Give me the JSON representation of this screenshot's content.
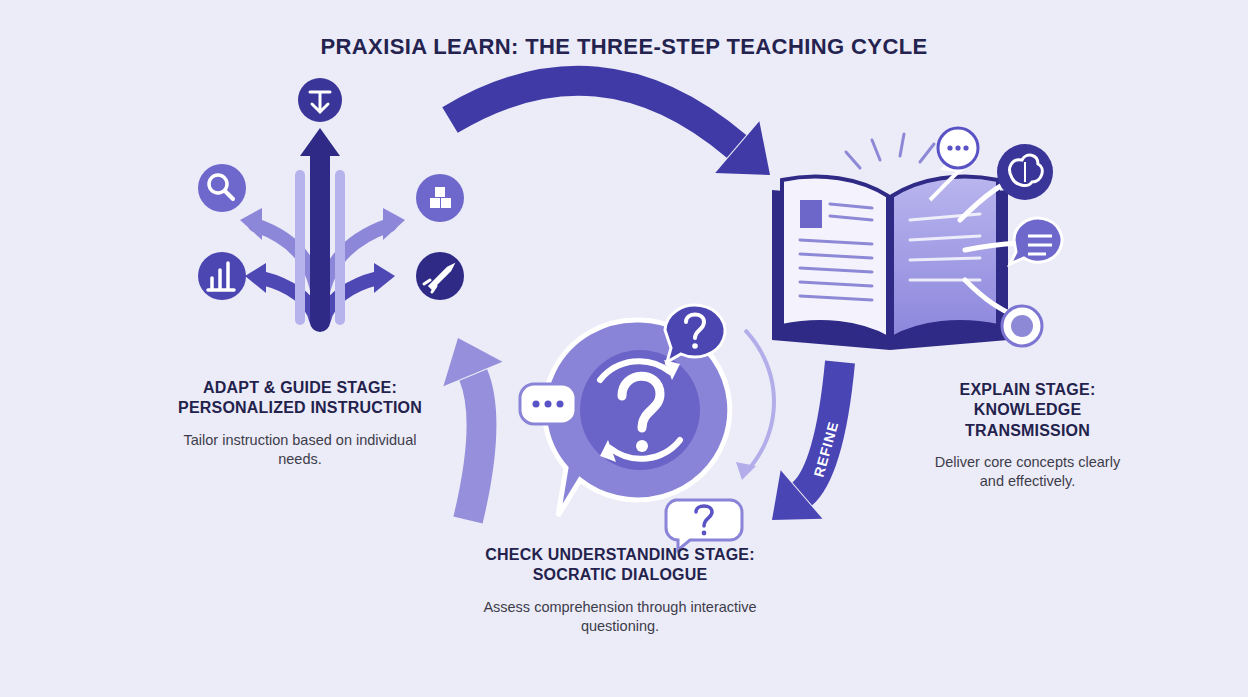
{
  "diagram": {
    "title": "PRAXISIA LEARN: THE THREE-STEP TEACHING CYCLE",
    "nodes": [
      {
        "text": [
          "ADAPT & GUIDE STAGE: PERSONALIZED INSTRUCTION",
          "Tailor instruction based on individual needs."
        ]
      },
      {
        "text": [
          "EXPLAIN STAGE: KNOWLEDGE TRANSMISSION",
          "Deliver core concepts clearly and effectively."
        ]
      },
      {
        "text": [
          "CHECK UNDERSTANDING STAGE: SOCRATIC DIALOGUE",
          "Assess comprehension through interactive questioning."
        ]
      }
    ],
    "edges": [
      {
        "from": 0,
        "to": 1,
        "arrow": "to"
      },
      {
        "from": 1,
        "to": 2,
        "label": "REFINE",
        "arrow": "to"
      },
      {
        "from": 2,
        "to": 0,
        "arrow": "to"
      }
    ]
  }
}
